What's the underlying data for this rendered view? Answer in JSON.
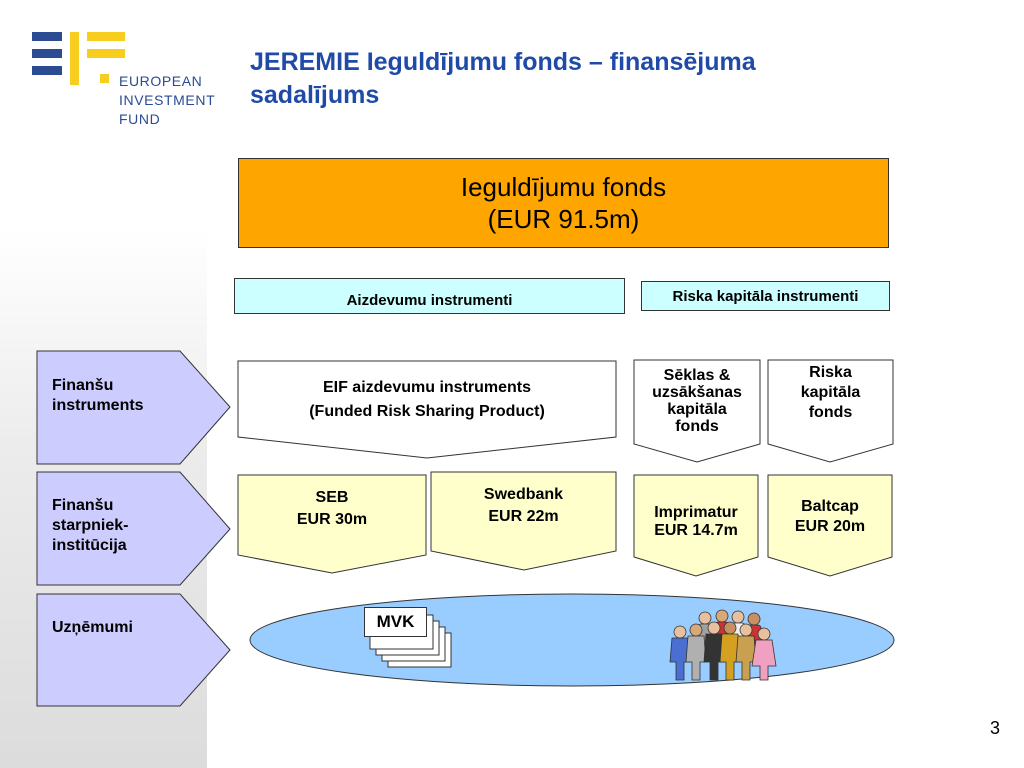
{
  "logo": {
    "line1": "EUROPEAN",
    "line2": "INVESTMENT",
    "line3": "FUND",
    "colors": {
      "blue": "#2b4b93",
      "yellow": "#f7cd1e"
    }
  },
  "title": {
    "line1": "JEREMIE Ieguldījumu fonds – finansējuma",
    "line2": "sadalījums"
  },
  "fund": {
    "name": "Ieguldījumu fonds",
    "amount": "(EUR 91.5m)"
  },
  "instrument_types": {
    "loan": "Aizdevumu instrumenti",
    "risk": "Riska kapitāla instrumenti"
  },
  "rows": {
    "financial_instruments": {
      "line1": "Finanšu",
      "line2": "instruments"
    },
    "intermediaries": {
      "line1": "Finanšu",
      "line2": "starpniek-",
      "line3": "institūcija"
    },
    "enterprises": {
      "line1": "Uzņēmumi"
    }
  },
  "instruments": {
    "eif": {
      "line1": "EIF aizdevumu instruments",
      "line2": "(Funded Risk Sharing Product)"
    },
    "seed": {
      "line1": "Sēklas &",
      "line2": "uzsākšanas",
      "line3": "kapitāla",
      "line4": "fonds"
    },
    "risk_fund": {
      "line1": "Riska",
      "line2": "kapitāla",
      "line3": "fonds"
    }
  },
  "intermediaries": {
    "seb": {
      "name": "SEB",
      "amount": "EUR 30m"
    },
    "swedbank": {
      "name": "Swedbank",
      "amount": "EUR 22m"
    },
    "imprimatur": {
      "name": "Imprimatur",
      "amount": "EUR 14.7m"
    },
    "baltcap": {
      "name": "Baltcap",
      "amount": "EUR 20m"
    }
  },
  "enterprises": {
    "mvk_label": "MVK"
  },
  "page_number": "3",
  "colors": {
    "title": "#1f4aa8",
    "fund_box": "#ffa500",
    "instrument_type_box": "#ccffff",
    "side_pentagon": "#ccccff",
    "yellow_box": "#ffffcc",
    "ellipse": "#99ccff"
  },
  "icons": [
    "people-group-icon",
    "document-stack-icon"
  ]
}
